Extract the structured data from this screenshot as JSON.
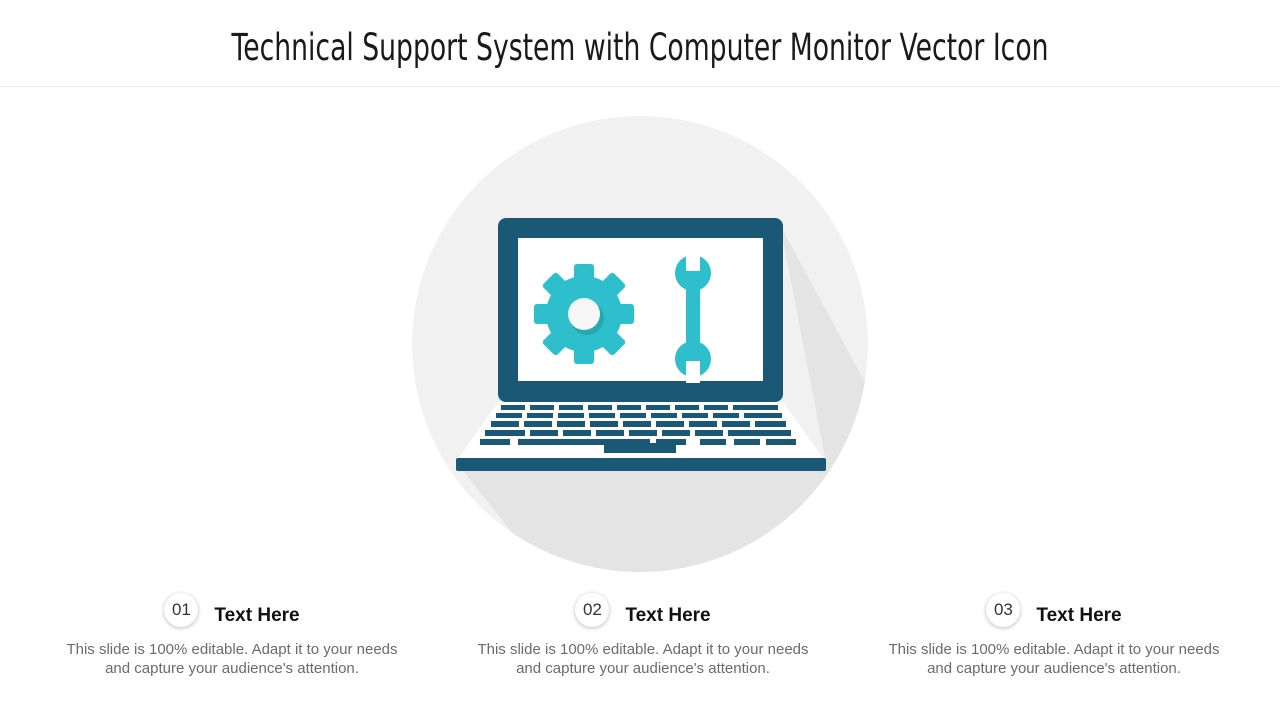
{
  "slide": {
    "title": "Technical Support System with Computer Monitor Vector Icon"
  },
  "illustration": {
    "icons": [
      "laptop-icon",
      "gear-icon",
      "wrench-icon"
    ],
    "colors": {
      "laptop": "#1b5875",
      "tools": "#2ebfcc",
      "circle_background": "#f1f1f1",
      "shadow": "#e4e4e4"
    }
  },
  "items": [
    {
      "number": "01",
      "title": "Text Here",
      "description": "This slide is 100% editable. Adapt it to your needs and capture your audience's attention."
    },
    {
      "number": "02",
      "title": "Text Here",
      "description": "This slide is 100% editable. Adapt it to your needs and capture your audience's attention."
    },
    {
      "number": "03",
      "title": "Text Here",
      "description": "This slide is 100% editable. Adapt it to your needs and capture your audience's attention."
    }
  ]
}
